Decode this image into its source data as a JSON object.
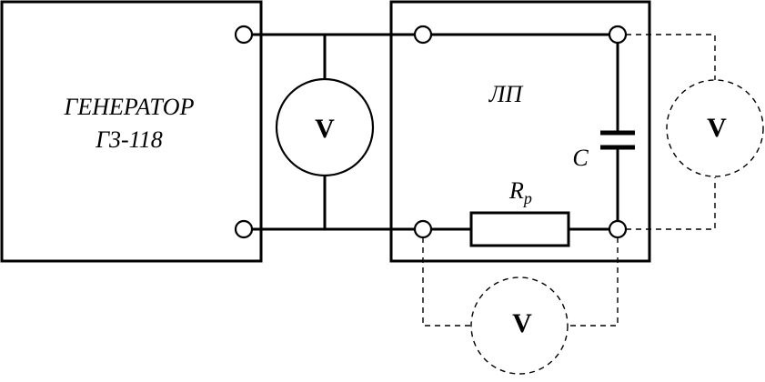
{
  "generator": {
    "line1": "ГЕНЕРАТОР",
    "line2": "Г3-118"
  },
  "line_block": {
    "label": "ЛП"
  },
  "capacitor": {
    "label": "C"
  },
  "resistor": {
    "label_main": "R",
    "label_sub": "р"
  },
  "voltmeters": {
    "center": "V",
    "right": "V",
    "bottom": "V"
  }
}
